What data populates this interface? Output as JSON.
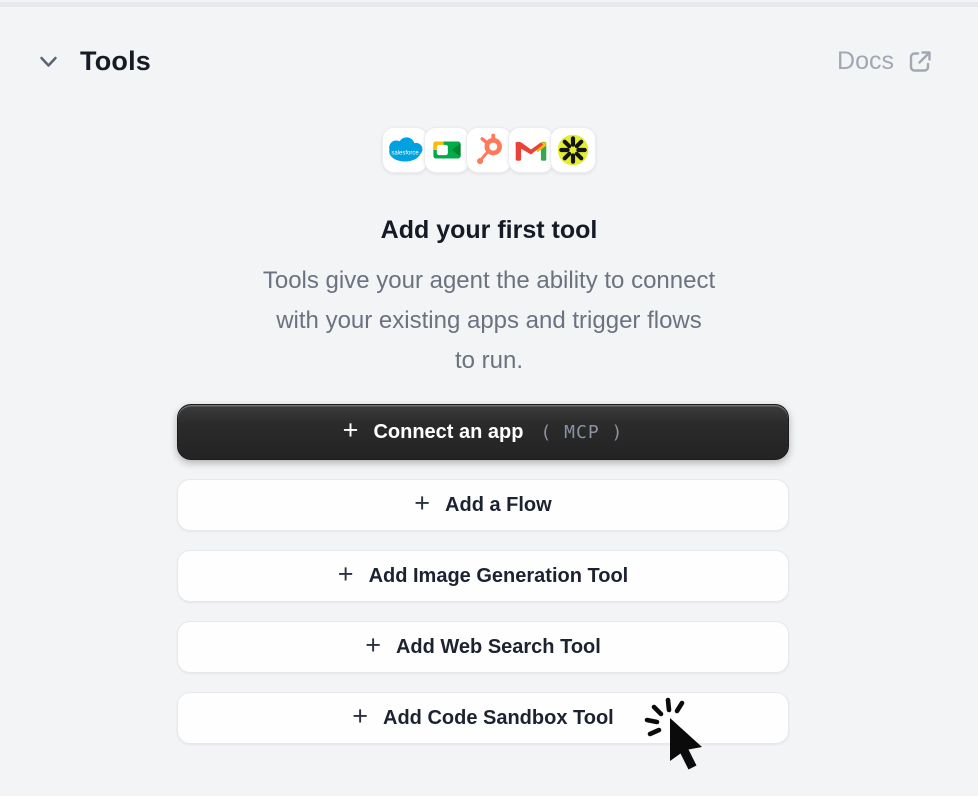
{
  "header": {
    "title": "Tools",
    "docs": {
      "label": "Docs"
    }
  },
  "empty_state": {
    "app_icons": [
      {
        "name": "salesforce",
        "label": "salesforce",
        "color": "#00a1e0"
      },
      {
        "name": "google-meet",
        "color": "#00ac47"
      },
      {
        "name": "hubspot",
        "color": "#ff7a59"
      },
      {
        "name": "gmail",
        "color": "#ea4335"
      },
      {
        "name": "spark-asterisk",
        "color": "#e3ee33"
      }
    ],
    "heading": "Add your first tool",
    "description_lines": [
      "Tools give your agent the ability to connect",
      "with your existing apps and trigger flows",
      "to run."
    ]
  },
  "actions": {
    "plus_glyph": "+",
    "primary": {
      "label": "Connect an app",
      "badge": "( MCP )"
    },
    "secondary": [
      {
        "label": "Add a Flow"
      },
      {
        "label": "Add Image Generation Tool"
      },
      {
        "label": "Add Web Search Tool"
      },
      {
        "label": "Add Code Sandbox Tool"
      }
    ]
  },
  "colors": {
    "background": "#f3f4f6",
    "top_band": "#e7e8ed",
    "title_text": "#161b26",
    "docs_text": "#a2a8b3",
    "muted_text": "#6b7280",
    "primary_button": "#2b2b2b",
    "primary_button_text": "#ffffff",
    "mcp_badge_text": "#8a93a4",
    "secondary_button_border": "#e6e8ed"
  }
}
